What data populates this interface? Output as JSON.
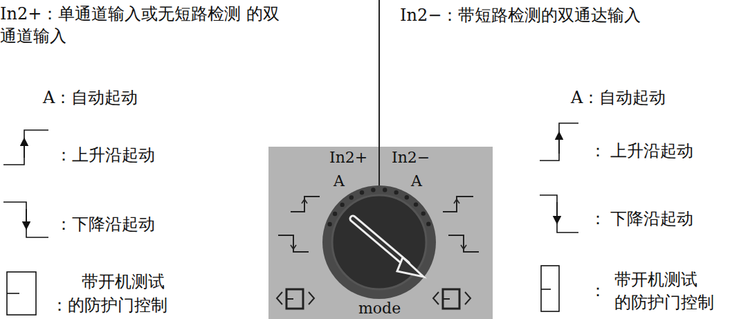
{
  "diagram": {
    "nodes": [
      {
        "text": [
          "In2+",
          "In2−",
          "A",
          "A",
          "mode"
        ]
      }
    ],
    "labels": [
      "In2+：单通道输入或无短路检测 的双通道输入",
      "In2−：带短路检测的双通达输入",
      "A：自动起动",
      "：上升沿起动",
      "：下降沿起动",
      "带开机测试",
      "：的防护门控制",
      "A：自动起动",
      "：",
      "上升沿起动",
      "：",
      "下降沿起动",
      "：",
      "带开机测试",
      "的防护门控制"
    ]
  }
}
